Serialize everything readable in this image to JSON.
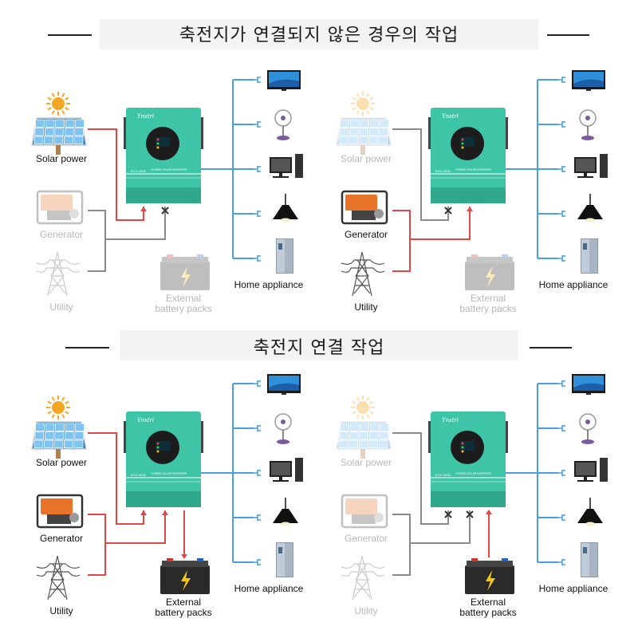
{
  "headings": {
    "no_battery": "축전지가 연결되지 않은 경우의 작업",
    "with_battery": "축전지 연결 작업"
  },
  "labels": {
    "solar": "Solar power",
    "generator": "Generator",
    "utility": "Utility",
    "battery_line1": "External",
    "battery_line2": "battery packs",
    "home": "Home appliance"
  },
  "inverter": {
    "brand": "Ynstri",
    "model": "ECO-3200",
    "caption": "HYBRID SOLAR INVERTER"
  },
  "colors": {
    "inverter": "#3ec4a6",
    "active_line": "#e04848",
    "inactive_line": "#8a8a8a",
    "load_line": "#4a9fe0"
  },
  "panels": [
    {
      "id": "p1",
      "solar": true,
      "generator": false,
      "utility": false,
      "battery": false,
      "battery_conn": false
    },
    {
      "id": "p2",
      "solar": false,
      "generator": true,
      "utility": true,
      "battery": false,
      "battery_conn": false
    },
    {
      "id": "p3",
      "solar": true,
      "generator": true,
      "utility": true,
      "battery": true,
      "battery_conn": true
    },
    {
      "id": "p4",
      "solar": false,
      "generator": false,
      "utility": false,
      "battery": true,
      "battery_conn": true
    }
  ]
}
